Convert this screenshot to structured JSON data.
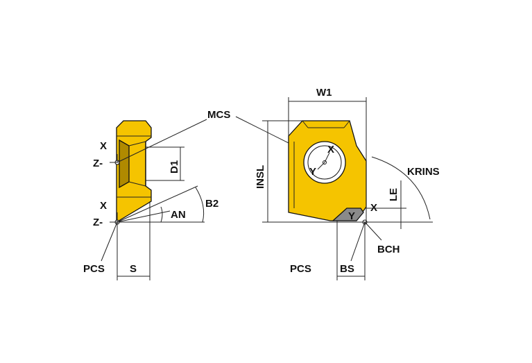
{
  "colors": {
    "insert_fill": "#f5c400",
    "insert_edge": "#b08a00",
    "chamfer_fill": "#8a8a8a",
    "line": "#222222",
    "text": "#111111"
  },
  "labels": {
    "mcs": "MCS",
    "pcs_left": "PCS",
    "pcs_right": "PCS",
    "s": "S",
    "bs": "BS",
    "w1": "W1",
    "insl": "INSL",
    "krins": "KRINS",
    "le": "LE",
    "bch": "BCH",
    "d1": "D1",
    "an": "AN",
    "b2": "B2",
    "x_top_left": "X",
    "z_top_left": "Z-",
    "x_bot_left": "X",
    "z_bot_left": "Z-",
    "x_mcs_right": "X",
    "y_mcs_right": "Y",
    "x_pcs_right": "X",
    "y_pcs_right": "Y"
  }
}
